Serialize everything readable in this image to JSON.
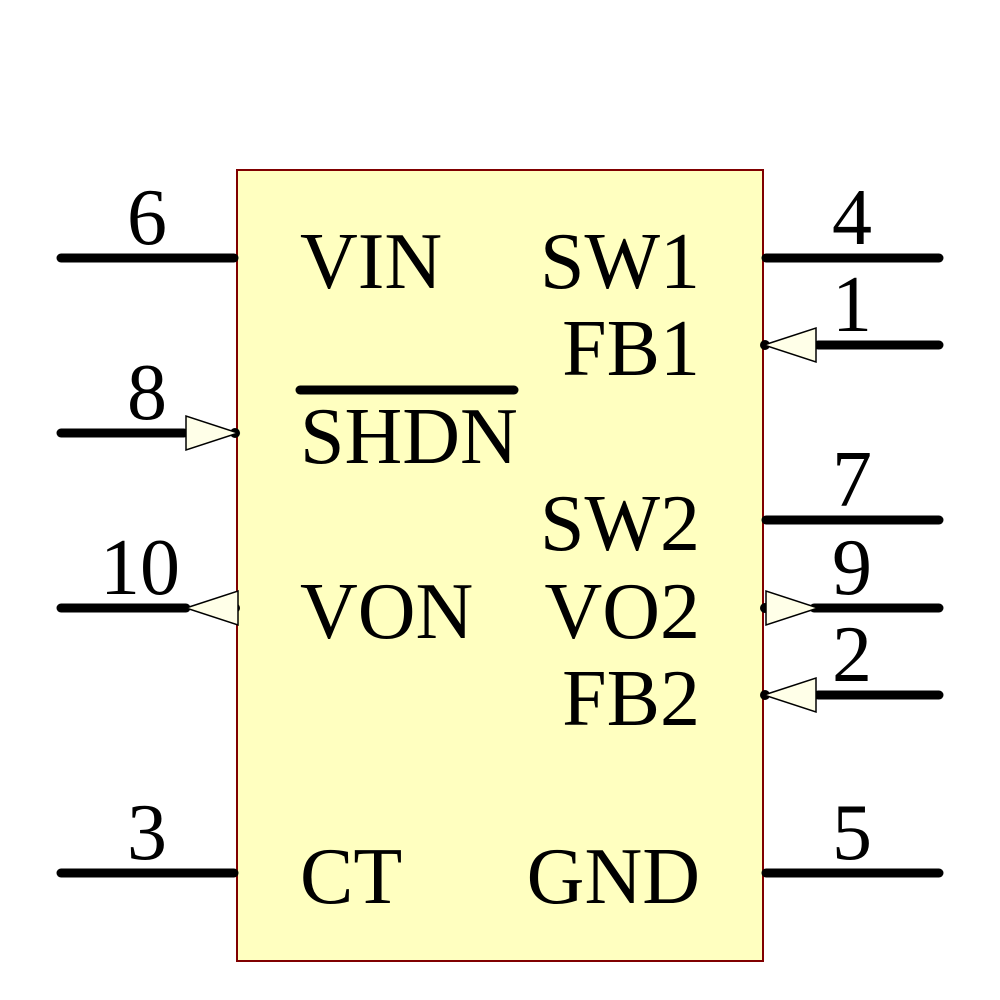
{
  "component": {
    "body_fill": "#FFFFC0",
    "body_border": "#800000",
    "arrow_fill": "#FFFFE8",
    "wire_color": "#000000",
    "text_color": "#000000"
  },
  "pins": {
    "left": [
      {
        "number": "6",
        "name": "VIN",
        "direction": "none",
        "overline": false
      },
      {
        "number": "8",
        "name": "SHDN",
        "direction": "input",
        "overline": true
      },
      {
        "number": "10",
        "name": "VON",
        "direction": "output",
        "overline": false
      },
      {
        "number": "3",
        "name": "CT",
        "direction": "none",
        "overline": false
      }
    ],
    "right": [
      {
        "number": "4",
        "name": "SW1",
        "direction": "none",
        "overline": false
      },
      {
        "number": "1",
        "name": "FB1",
        "direction": "input",
        "overline": false
      },
      {
        "number": "7",
        "name": "SW2",
        "direction": "none",
        "overline": false
      },
      {
        "number": "9",
        "name": "VO2",
        "direction": "output",
        "overline": false
      },
      {
        "number": "2",
        "name": "FB2",
        "direction": "input",
        "overline": false
      },
      {
        "number": "5",
        "name": "GND",
        "direction": "none",
        "overline": false
      }
    ]
  }
}
